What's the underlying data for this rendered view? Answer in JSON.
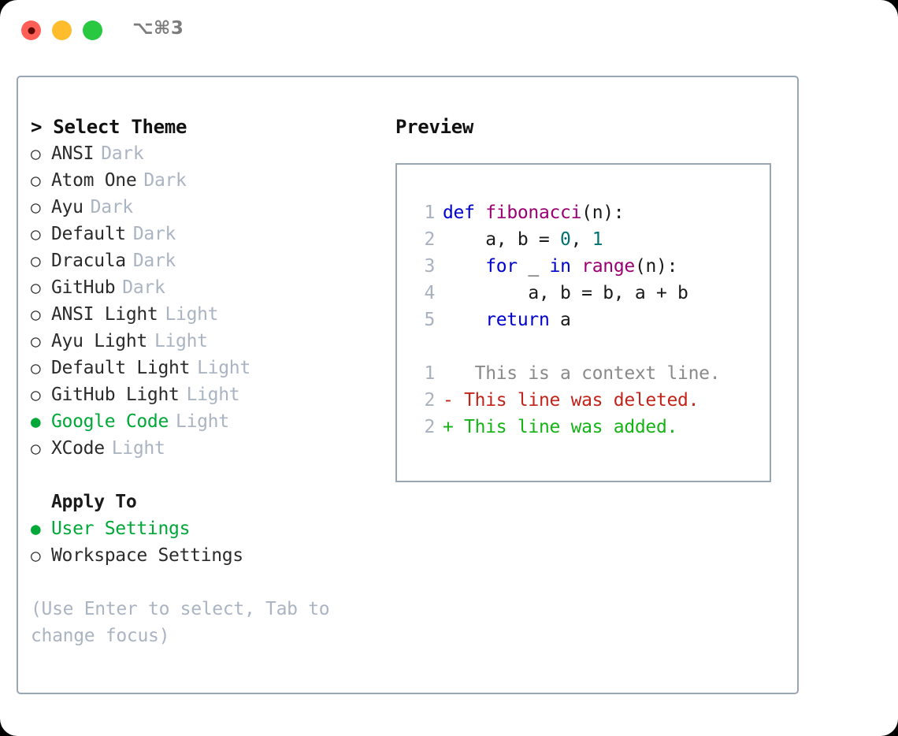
{
  "window": {
    "shortcut_title": "⌥⌘3",
    "traffic_lights": [
      {
        "name": "close",
        "color": "#ff5f57"
      },
      {
        "name": "minimize",
        "color": "#ffbd2e"
      },
      {
        "name": "zoom",
        "color": "#28c840"
      }
    ]
  },
  "theme_picker": {
    "heading": "> Select Theme",
    "bullet_selected": "●",
    "bullet_unselected": "○",
    "accent_color": "#00a838",
    "items": [
      {
        "name": "ANSI",
        "tag": "Dark",
        "selected": false
      },
      {
        "name": "Atom One",
        "tag": "Dark",
        "selected": false
      },
      {
        "name": "Ayu",
        "tag": "Dark",
        "selected": false
      },
      {
        "name": "Default",
        "tag": "Dark",
        "selected": false
      },
      {
        "name": "Dracula",
        "tag": "Dark",
        "selected": false
      },
      {
        "name": "GitHub",
        "tag": "Dark",
        "selected": false
      },
      {
        "name": "ANSI Light",
        "tag": "Light",
        "selected": false
      },
      {
        "name": "Ayu Light",
        "tag": "Light",
        "selected": false
      },
      {
        "name": "Default Light",
        "tag": "Light",
        "selected": false
      },
      {
        "name": "GitHub Light",
        "tag": "Light",
        "selected": false
      },
      {
        "name": "Google Code",
        "tag": "Light",
        "selected": true
      },
      {
        "name": "XCode",
        "tag": "Light",
        "selected": false
      }
    ]
  },
  "apply_to": {
    "heading": "Apply To",
    "items": [
      {
        "name": "User Settings",
        "selected": true
      },
      {
        "name": "Workspace Settings",
        "selected": false
      }
    ]
  },
  "hint": "(Use Enter to select, Tab to change focus)",
  "preview": {
    "heading": "Preview",
    "code_lines": [
      {
        "ln": "1",
        "tokens": [
          {
            "t": "def",
            "c": "k"
          },
          {
            "t": " ",
            "c": "pl"
          },
          {
            "t": "fibonacci",
            "c": "fn"
          },
          {
            "t": "(n):",
            "c": "pl"
          }
        ]
      },
      {
        "ln": "2",
        "tokens": [
          {
            "t": "    a, b = ",
            "c": "pl"
          },
          {
            "t": "0",
            "c": "num"
          },
          {
            "t": ", ",
            "c": "pl"
          },
          {
            "t": "1",
            "c": "num"
          }
        ]
      },
      {
        "ln": "3",
        "tokens": [
          {
            "t": "    ",
            "c": "pl"
          },
          {
            "t": "for",
            "c": "k"
          },
          {
            "t": " _ ",
            "c": "pl"
          },
          {
            "t": "in",
            "c": "k"
          },
          {
            "t": " ",
            "c": "pl"
          },
          {
            "t": "range",
            "c": "fn"
          },
          {
            "t": "(n):",
            "c": "pl"
          }
        ]
      },
      {
        "ln": "4",
        "tokens": [
          {
            "t": "        a, b = b, a + b",
            "c": "pl"
          }
        ]
      },
      {
        "ln": "5",
        "tokens": [
          {
            "t": "    ",
            "c": "pl"
          },
          {
            "t": "return",
            "c": "k"
          },
          {
            "t": " a",
            "c": "pl"
          }
        ]
      }
    ],
    "diff_lines": [
      {
        "ln": "1",
        "marker": " ",
        "text": "  This is a context line.",
        "kind": "ctx"
      },
      {
        "ln": "2",
        "marker": "-",
        "text": " This line was deleted.",
        "kind": "del"
      },
      {
        "ln": "2",
        "marker": "+",
        "text": " This line was added.",
        "kind": "add"
      }
    ],
    "colors": {
      "keyword": "#0000cc",
      "function": "#990073",
      "number": "#007070",
      "plain": "#1a1a1a",
      "line_number": "#a8b2bf",
      "diff_context": "#8a8a8a",
      "diff_deleted": "#c0241a",
      "diff_added": "#16b316"
    }
  }
}
